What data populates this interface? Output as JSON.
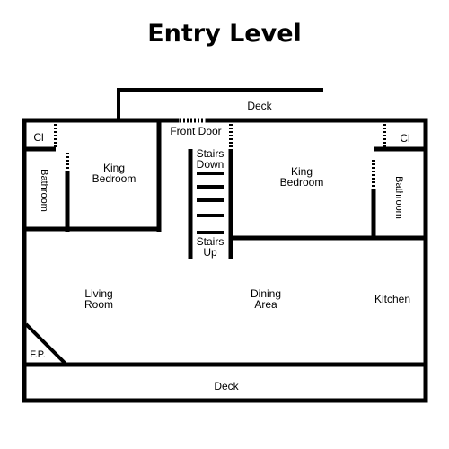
{
  "title": "Entry Level",
  "rooms": {
    "deck_top": "Deck",
    "front_door": "Front Door",
    "closet_left": "Cl",
    "closet_right": "Cl",
    "bathroom_left": "Bathroom",
    "bathroom_right": "Bathroom",
    "king_bedroom_left": [
      "King",
      "Bedroom"
    ],
    "king_bedroom_right": [
      "King",
      "Bedroom"
    ],
    "stairs_down": [
      "Stairs",
      "Down"
    ],
    "stairs_up": [
      "Stairs",
      "Up"
    ],
    "living_room": [
      "Living",
      "Room"
    ],
    "dining_area": [
      "Dining",
      "Area"
    ],
    "kitchen": "Kitchen",
    "fireplace": "F.P.",
    "deck_bottom": "Deck"
  }
}
